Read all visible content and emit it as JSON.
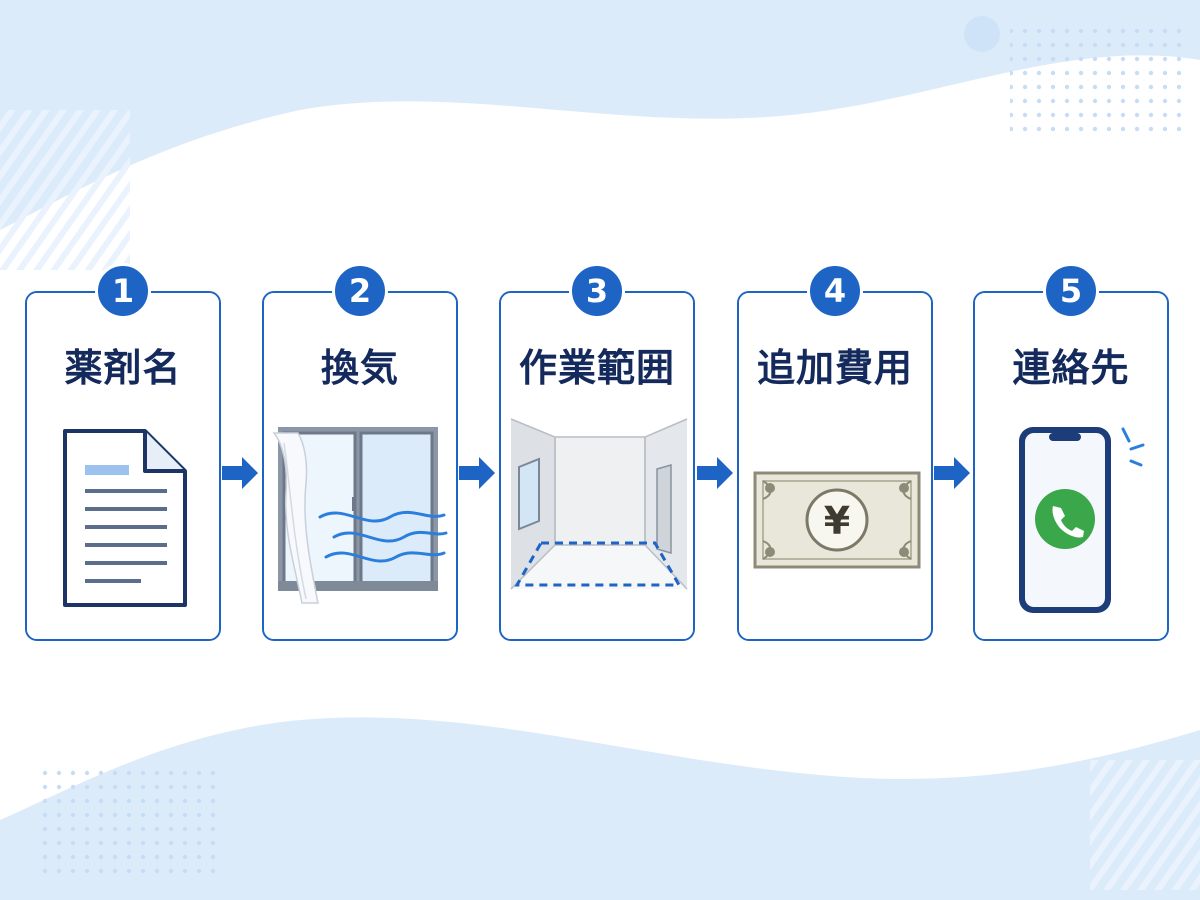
{
  "steps": [
    {
      "number": "1",
      "title": "薬剤名",
      "icon": "document-icon"
    },
    {
      "number": "2",
      "title": "換気",
      "icon": "window-ventilation-icon"
    },
    {
      "number": "3",
      "title": "作業範囲",
      "icon": "room-area-icon"
    },
    {
      "number": "4",
      "title": "追加費用",
      "icon": "yen-banknote-icon"
    },
    {
      "number": "5",
      "title": "連絡先",
      "icon": "smartphone-call-icon"
    }
  ],
  "banknote_symbol": "¥",
  "colors": {
    "accent": "#1d64c4",
    "title_text": "#152a5c",
    "background_wave": "#dcebfa",
    "phone_call": "#3aa84a"
  }
}
